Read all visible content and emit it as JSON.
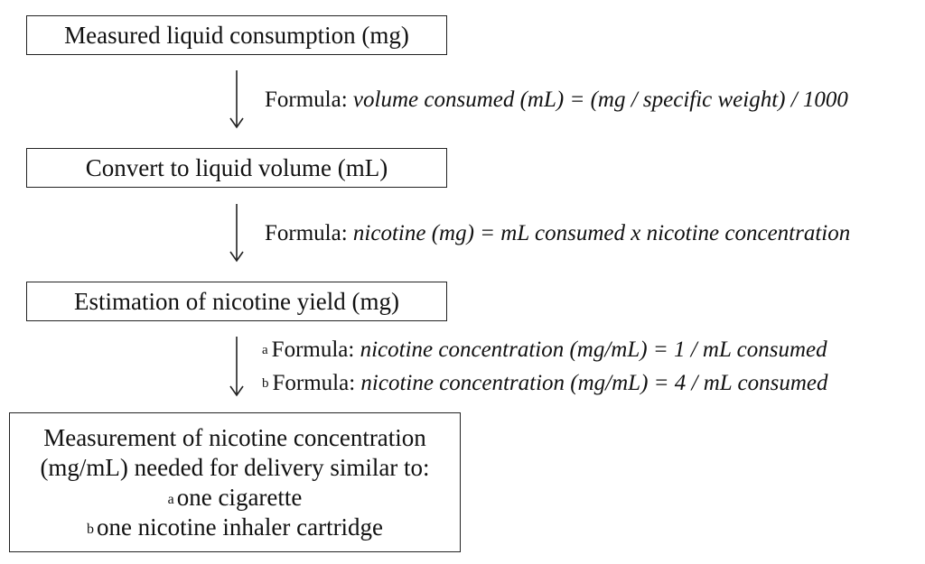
{
  "steps": [
    {
      "label": "Measured liquid consumption (mg)"
    },
    {
      "label": "Convert to liquid volume (mL)"
    },
    {
      "label": "Estimation of nicotine yield (mg)"
    }
  ],
  "final_box": {
    "line1": "Measurement of nicotine concentration",
    "line2": "(mg/mL) needed for delivery similar to:",
    "item_a_marker": "a",
    "item_a": "one cigarette",
    "item_b_marker": "b",
    "item_b": "one nicotine inhaler cartridge"
  },
  "formulas": {
    "f1": {
      "label": "Formula: ",
      "expr": "volume consumed (mL) = (mg / specific weight) / 1000"
    },
    "f2": {
      "label": "Formula: ",
      "expr": "nicotine (mg) = mL consumed x nicotine concentration"
    },
    "f3a": {
      "marker": "a",
      "label": "Formula: ",
      "expr": "nicotine concentration (mg/mL) = 1 / mL consumed"
    },
    "f3b": {
      "marker": "b",
      "label": "Formula: ",
      "expr": "nicotine concentration (mg/mL) = 4 / mL consumed"
    }
  },
  "colors": {
    "stroke": "#222222",
    "text": "#111111",
    "background": "#ffffff"
  },
  "icons": {
    "arrow": "down-arrow-icon"
  }
}
